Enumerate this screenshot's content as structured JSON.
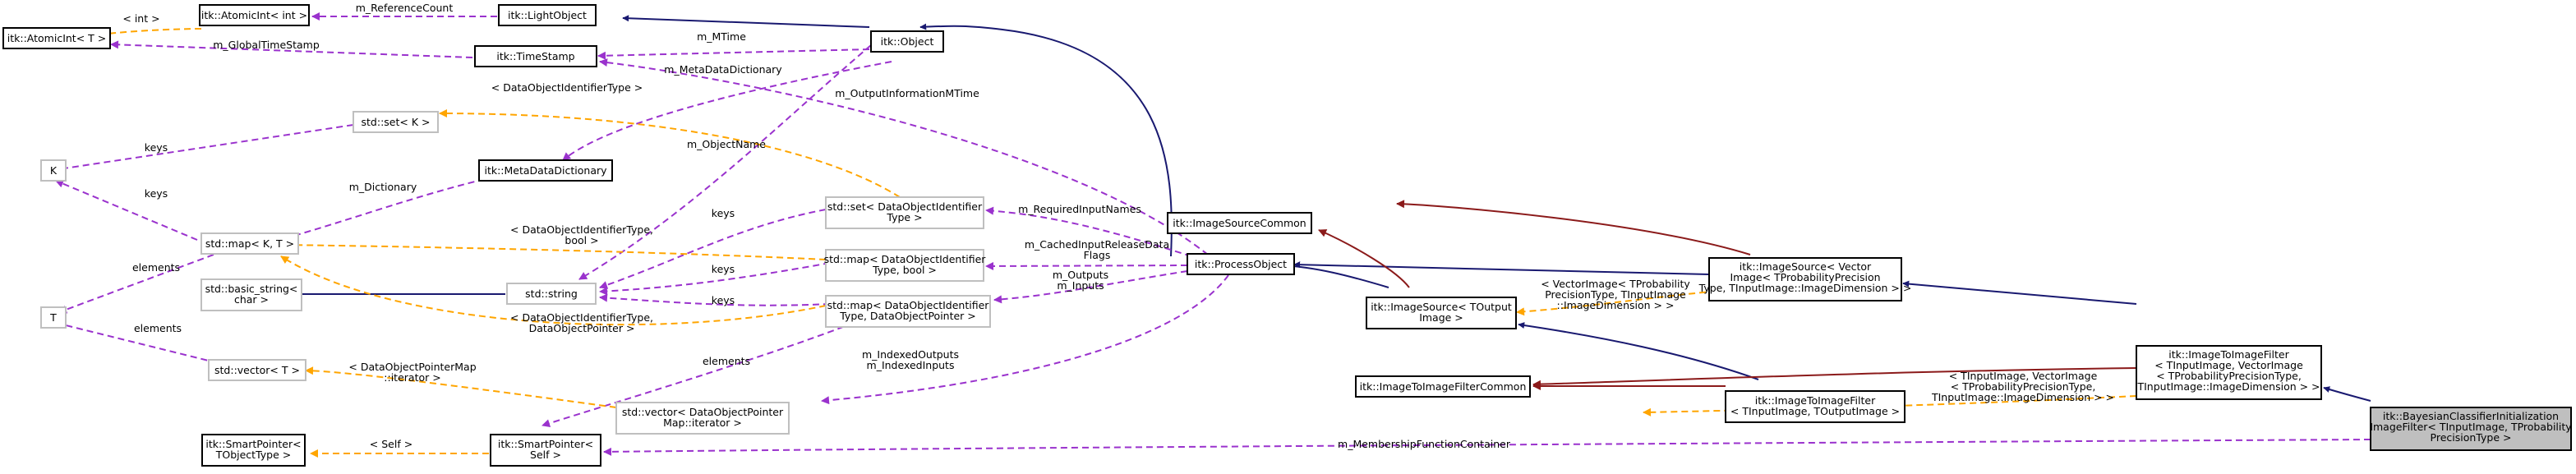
{
  "nodes": {
    "atomic_int_int": [
      "itk::AtomicInt< int >"
    ],
    "atomic_int_t": [
      "itk::AtomicInt< T >"
    ],
    "light_object": [
      "itk::LightObject"
    ],
    "object": [
      "itk::Object"
    ],
    "time_stamp": [
      "itk::TimeStamp"
    ],
    "std_set_k": [
      "std::set< K >"
    ],
    "k": [
      "K"
    ],
    "meta_data_dictionary": [
      "itk::MetaDataDictionary"
    ],
    "std_map_kt": [
      "std::map< K, T >"
    ],
    "t": [
      "T"
    ],
    "basic_string": [
      "std::basic_string<",
      "char >"
    ],
    "std_string": [
      "std::string"
    ],
    "std_vector_t": [
      "std::vector< T >"
    ],
    "smart_pointer_t": [
      "itk::SmartPointer<",
      "TObjectType >"
    ],
    "smart_pointer_self": [
      "itk::SmartPointer<",
      "Self >"
    ],
    "set_dataobjectid": [
      "std::set< DataObjectIdentifier",
      "Type >"
    ],
    "map_dataobjectid_bool": [
      "std::map< DataObjectIdentifier",
      "Type, bool >"
    ],
    "map_dataobjectid_ptr": [
      "std::map< DataObjectIdentifier",
      "Type, DataObjectPointer >"
    ],
    "vector_dataobjectptr_iter": [
      "std::vector< DataObjectPointer",
      "Map::iterator >"
    ],
    "image_source_common": [
      "itk::ImageSourceCommon"
    ],
    "process_object": [
      "itk::ProcessObject"
    ],
    "image_source_toutput": [
      "itk::ImageSource< TOutput",
      "Image >"
    ],
    "image_source_vector": [
      "itk::ImageSource< Vector",
      "Image< TProbabilityPrecision",
      "Type, TInputImage::ImageDimension > >"
    ],
    "image_to_image_filter_common": [
      "itk::ImageToImageFilterCommon"
    ],
    "image_to_image_filter_tin_tout": [
      "itk::ImageToImageFilter",
      "< TInputImage, TOutputImage >"
    ],
    "image_to_image_filter_vector": [
      "itk::ImageToImageFilter",
      "< TInputImage, VectorImage",
      "< TProbabilityPrecisionType,",
      "TInputImage::ImageDimension > >"
    ],
    "bayesian_filter": [
      "itk::BayesianClassifierInitialization",
      "ImageFilter< TInputImage, TProbability",
      "PrecisionType >"
    ]
  },
  "edge_labels": {
    "int_arg": [
      "< int >"
    ],
    "reference_count": [
      "m_ReferenceCount"
    ],
    "global_time_stamp": [
      "m_GlobalTimeStamp"
    ],
    "m_mtime": [
      "m_MTime"
    ],
    "meta_data_dictionary_member": [
      "m_MetaDataDictionary"
    ],
    "output_information_mtime": [
      "m_OutputInformationMTime"
    ],
    "data_object_identifier_type": [
      "< DataObjectIdentifierType >"
    ],
    "keys_set_k": [
      "keys"
    ],
    "object_name": [
      "m_ObjectName"
    ],
    "keys_map_k": [
      "keys"
    ],
    "dictionary": [
      "m_Dictionary"
    ],
    "elements_t_map": [
      "elements"
    ],
    "keys_string_1": [
      "keys"
    ],
    "keys_string_2": [
      "keys"
    ],
    "keys_string_3": [
      "keys"
    ],
    "identifier_bool": [
      "< DataObjectIdentifierType,",
      "bool >"
    ],
    "identifier_ptr": [
      "< DataObjectIdentifierType,",
      "DataObjectPointer >"
    ],
    "elements_t_vector": [
      "elements"
    ],
    "pointer_map_iterator": [
      "< DataObjectPointerMap",
      "::iterator >"
    ],
    "elements_smart": [
      "elements"
    ],
    "self_arg": [
      "< Self >"
    ],
    "membership_function_container": [
      "m_MembershipFunctionContainer"
    ],
    "required_input_names": [
      "m_RequiredInputNames"
    ],
    "cached_input_release": [
      "m_CachedInputReleaseData",
      "Flags"
    ],
    "outputs_inputs": [
      "m_Outputs",
      "m_Inputs"
    ],
    "indexed_outputs_inputs": [
      "m_IndexedOutputs",
      "m_IndexedInputs"
    ],
    "vector_image_args": [
      "< VectorImage< TProbability",
      "PrecisionType, TInputImage",
      "::ImageDimension > >"
    ],
    "tinput_vector_args": [
      "< TInputImage, VectorImage",
      "< TProbabilityPrecisionType,",
      "TInputImage::ImageDimension > >"
    ]
  },
  "colors": {
    "inheritance": "#191970",
    "member": "#9a32cd",
    "template": "#ffa500",
    "private_inheritance": "#8b1a1a",
    "focus_fill": "#bfbfbf",
    "undocumented_border": "#bfbfbf"
  }
}
